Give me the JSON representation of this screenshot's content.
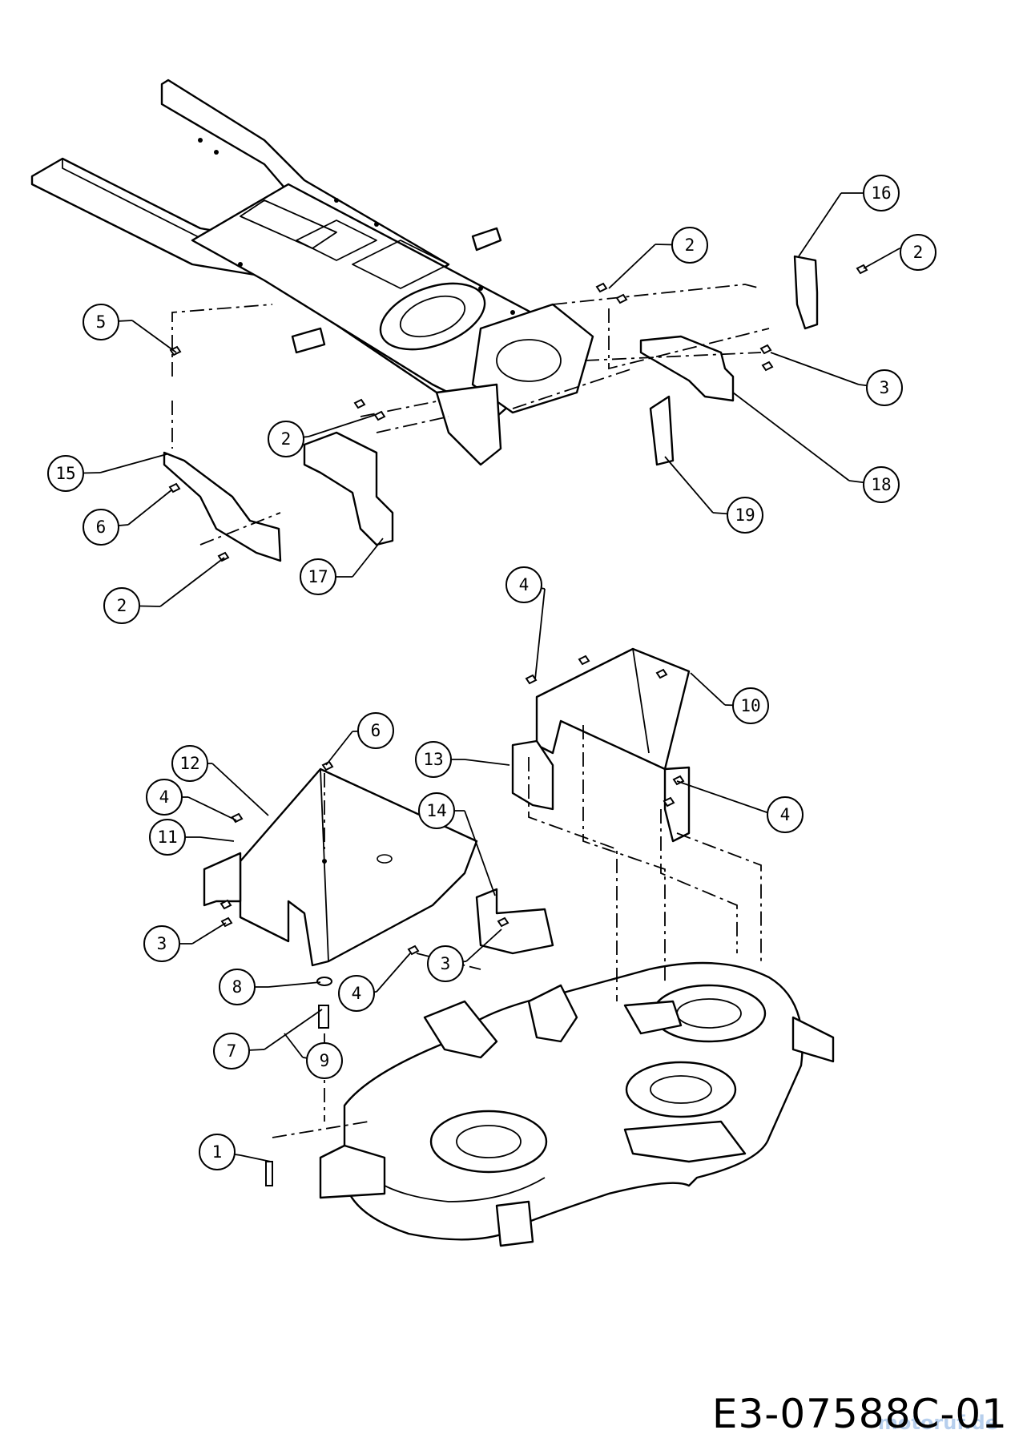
{
  "drawing_number": "E3-07588C-01",
  "watermark": "motoruf.de",
  "callout_labels": [
    "1",
    "2",
    "2",
    "2",
    "2",
    "3",
    "3",
    "3",
    "4",
    "4",
    "4",
    "4",
    "5",
    "6",
    "6",
    "7",
    "8",
    "9",
    "10",
    "11",
    "12",
    "13",
    "14",
    "15",
    "16",
    "17",
    "18",
    "19"
  ],
  "colors": {
    "line": "#000000",
    "paper": "#ffffff",
    "watermark": "#9fc0e8"
  }
}
